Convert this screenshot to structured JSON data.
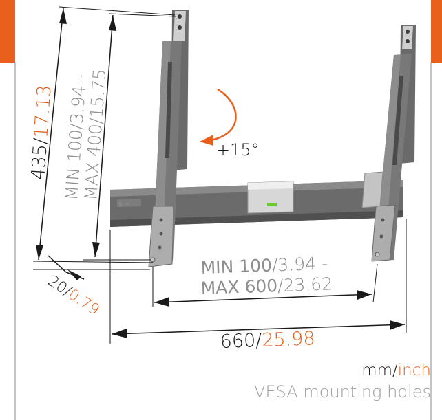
{
  "colors": {
    "accent": "#e8601c",
    "line": "#1a1a1a",
    "grey_text": "#8e8e8e",
    "metal": "#707070",
    "frame": "#9c9c9c"
  },
  "height_label": {
    "primary": "435/",
    "accent": "17.13"
  },
  "vesa_vertical": {
    "line1": "MIN 100/3.94 -",
    "line2": "MAX 400/15.75"
  },
  "tilt": {
    "label": "+15°"
  },
  "depth_label": {
    "primary": "20/",
    "accent": "0.79"
  },
  "vesa_horizontal": {
    "line1_bold": "MIN 100",
    "line1_rest": "/3.94 -",
    "line2_bold": "MAX 600",
    "line2_rest": "/23.62"
  },
  "width_label": {
    "primary": "660/",
    "accent": "25.98"
  },
  "legend": {
    "unit_mm": "mm/",
    "unit_inch": "inch",
    "caption": "VESA mounting holes"
  }
}
